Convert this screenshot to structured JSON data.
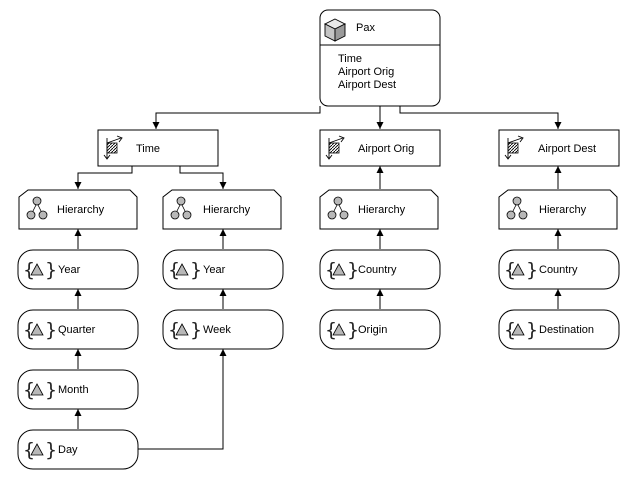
{
  "fact": {
    "title": "Pax",
    "icon": "cube-icon",
    "dimensions": [
      "Time",
      "Airport Orig",
      "Airport Dest"
    ]
  },
  "dimensions": [
    {
      "label": "Time",
      "icon": "dimension-axes-icon"
    },
    {
      "label": "Airport Orig",
      "icon": "dimension-axes-icon"
    },
    {
      "label": "Airport Dest",
      "icon": "dimension-axes-icon"
    }
  ],
  "hierarchies": [
    {
      "label": "Hierarchy",
      "icon": "hierarchy-icon"
    },
    {
      "label": "Hierarchy",
      "icon": "hierarchy-icon"
    },
    {
      "label": "Hierarchy",
      "icon": "hierarchy-icon"
    },
    {
      "label": "Hierarchy",
      "icon": "hierarchy-icon"
    }
  ],
  "levels": [
    {
      "label": "Year",
      "icon": "level-icon"
    },
    {
      "label": "Quarter",
      "icon": "level-icon"
    },
    {
      "label": "Month",
      "icon": "level-icon"
    },
    {
      "label": "Day",
      "icon": "level-icon"
    },
    {
      "label": "Year",
      "icon": "level-icon"
    },
    {
      "label": "Week",
      "icon": "level-icon"
    },
    {
      "label": "Country",
      "icon": "level-icon"
    },
    {
      "label": "Origin",
      "icon": "level-icon"
    },
    {
      "label": "Country",
      "icon": "level-icon"
    },
    {
      "label": "Destination",
      "icon": "level-icon"
    }
  ],
  "colors": {
    "stroke": "#000000",
    "fill": "#ffffff",
    "icon_fill": "#b8b8b8"
  }
}
